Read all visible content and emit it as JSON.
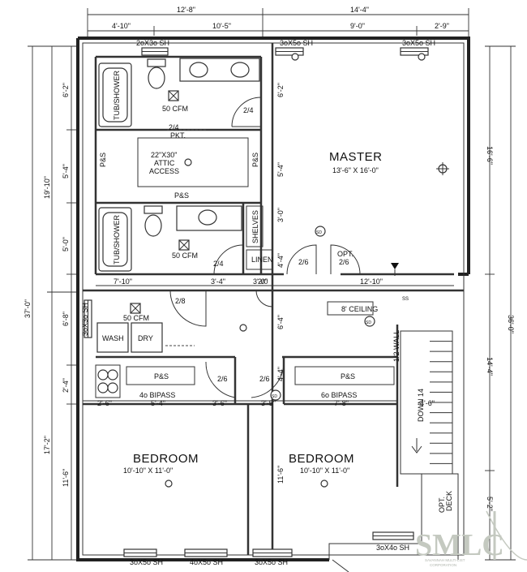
{
  "rooms": {
    "master": {
      "name": "MASTER",
      "size": "13'-6\" X 16'-0\""
    },
    "bedroom_left": {
      "name": "BEDROOM",
      "size": "10'-10\" X 11'-0\""
    },
    "bedroom_right": {
      "name": "BEDROOM",
      "size": "10'-10\" X 11'-0\""
    }
  },
  "labels": {
    "tub1": "TUB/SHOWER",
    "tub2": "TUB/SHOWER",
    "cfm1": "50 CFM",
    "cfm2": "50 CFM",
    "cfm3": "50 CFM",
    "attic": [
      "22\"X30\"",
      "ATTIC",
      "ACCESS"
    ],
    "pocket_door": [
      "2/4",
      "PKT."
    ],
    "ps_left": "P&S",
    "ps_right": "P&S",
    "ps_bottom": "P&S",
    "ps_closet_left": "P&S",
    "ps_closet_right": "P&S",
    "shelves": "SHELVES",
    "linen": "LINEN",
    "opt": [
      "OPT.",
      "2/6"
    ],
    "door_24a": "2/4",
    "door_24b": "2/4",
    "door_26a": "2/6",
    "door_26b": "2/6",
    "door_26c": "2/6",
    "door_26d": "2/6",
    "door_28": "2/8",
    "door_20": "2/0",
    "ceiling": "8' CEILING",
    "wash": "WASH",
    "dry": "DRY",
    "bipass_4": "4o BIPASS",
    "bipass_6": "6o BIPASS",
    "half_wall": "1/2 WALL",
    "down": "DOWN 14",
    "opt_deck": [
      "OPT.",
      "DECK"
    ],
    "sd1": "SD",
    "sd2": "SD",
    "sd3": "SD",
    "ss": "SS"
  },
  "windows": {
    "top_left": "2oX3o SH",
    "top_mid": "3oX5o SH",
    "top_right": "3oX5o SH",
    "left": "3oX3o SH",
    "bottom_1": "3oX5o SH",
    "bottom_2": "4oX5o SH",
    "bottom_3": "3oX5o SH",
    "bottom_4": "3oX4o SH"
  },
  "dims": {
    "top_total_left": "12'-8\"",
    "top_total_right": "14'-4\"",
    "top_a": "4'-10\"",
    "top_b": "10'-5\"",
    "top_c": "9'-0\"",
    "top_d": "2'-9\"",
    "left_total": "37'-0\"",
    "left_upper": "19'-10\"",
    "left_lower": "17'-2\"",
    "left_a": "6'-2\"",
    "left_b": "5'-4\"",
    "left_c": "5'-0\"",
    "left_d": "6'-8\"",
    "left_e": "2'-4\"",
    "left_f": "11'-6\"",
    "right_total": "36'-0\"",
    "right_a": "16'-6\"",
    "right_b": "14'-4\"",
    "right_c": "5'-2\"",
    "int_a": "6'-2\"",
    "int_b": "5'-4\"",
    "int_c": "3'-0\"",
    "int_d": "4'-4\"",
    "int_e": "6'-4\"",
    "int_f": "4'-4\"",
    "int_g": "11'-6\"",
    "h_a": "7'-10\"",
    "h_b": "3'-4\"",
    "h_c": "3'-0\"",
    "h_d": "12'-10\"",
    "h_e": "2'-6\"",
    "h_f": "5'-4\"",
    "h_g": "3'-6\"",
    "h_h": "3'-5\"",
    "h_i": "7'-8\"",
    "h_j": "4'-6\""
  },
  "logo": {
    "text": "SMLC",
    "sub": [
      "SAVANNAH MULTI-LIST",
      "CORPORATION"
    ]
  },
  "colors": {
    "line": "#222222",
    "watermark": "#c4c9c0"
  }
}
